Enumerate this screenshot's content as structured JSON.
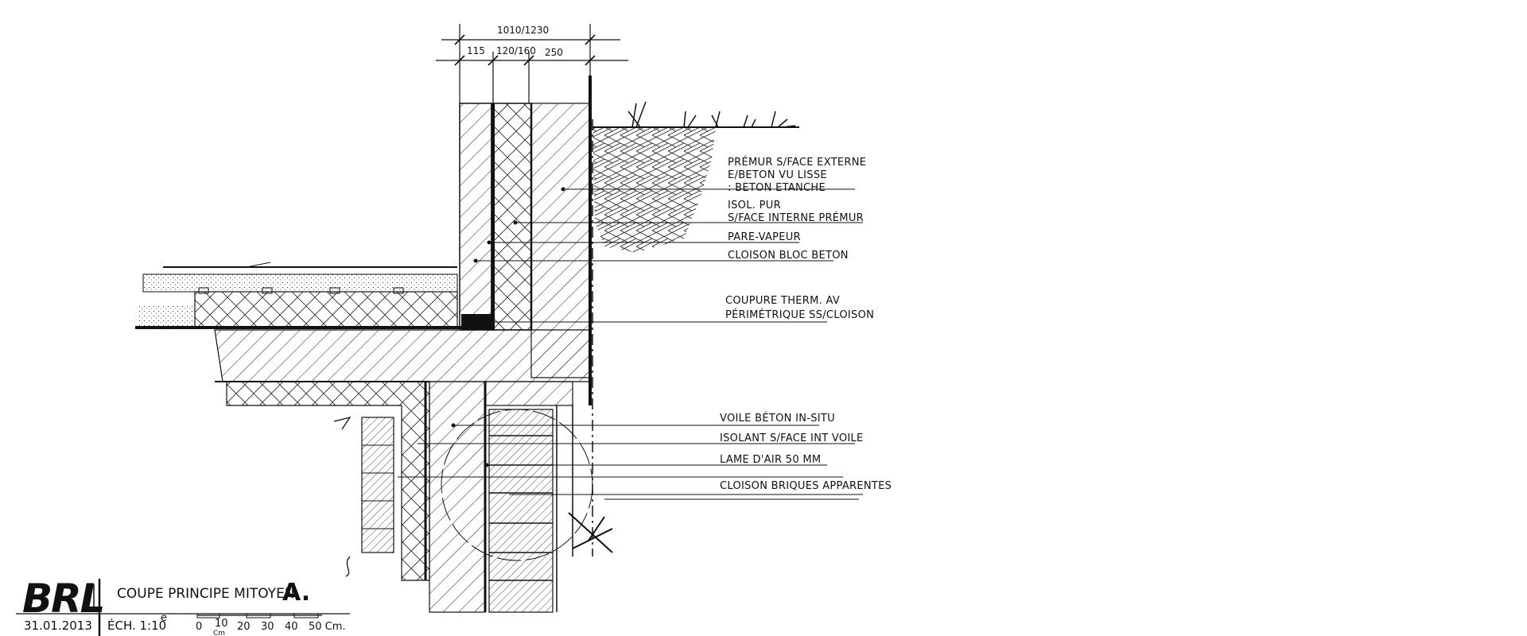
{
  "dimensions": {
    "total": "1010/1230",
    "segments": [
      "115",
      "120/160",
      "250"
    ]
  },
  "labels_upper": [
    "PRÉMUR S/FACE EXTERNE",
    "E/BETON VU LISSE",
    ": BETON ETANCHE",
    "ISOL. PUR",
    "S/FACE INTERNE PRÉMUR",
    "PARE-VAPEUR",
    "CLOISON BLOC BETON",
    "COUPURE THERM. AV",
    "PÉRIMÉTRIQUE SS/CLOISON"
  ],
  "labels_lower": [
    "VOILE BÉTON IN-SITU",
    "ISOLANT S/FACE INT VOILE",
    "LAME D'AIR 50 MM",
    "CLOISON BRIQUES APPARENTES"
  ],
  "title_block": {
    "logo": "BRL",
    "title": "COUPE PRINCIPE MITOYEN",
    "reference": "A.",
    "date": "31.01.2013",
    "scale": "ÉCH. 1:10",
    "scale_sup": "e",
    "scale_bar": [
      "0",
      "10",
      "20",
      "30",
      "40",
      "50 Cm."
    ],
    "scale_unit_small": "Cm"
  }
}
